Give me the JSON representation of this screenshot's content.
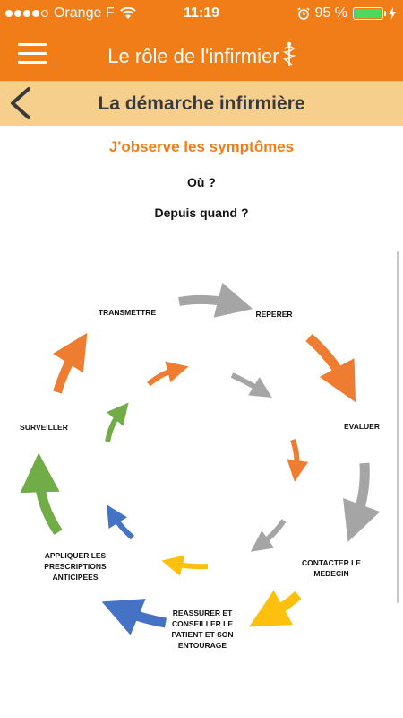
{
  "status": {
    "carrier": "Orange F",
    "time": "11:19",
    "battery": "95 %"
  },
  "app": {
    "title": "Le rôle de l'infirmier"
  },
  "screen": {
    "title": "La démarche infirmière"
  },
  "content": {
    "heading": "J'observe les symptômes",
    "q1": "Où ?",
    "q2": "Depuis quand ?"
  },
  "diagram": {
    "labels": {
      "transmettre": "TRANSMETTRE",
      "reperer": "REPERER",
      "evaluer": "EVALUER",
      "contacter_l1": "CONTACTER LE",
      "contacter_l2": "MEDECIN",
      "reassurer_l1": "REASSURER ET",
      "reassurer_l2": "CONSEILLER LE",
      "reassurer_l3": "PATIENT ET SON",
      "reassurer_l4": "ENTOURAGE",
      "appliquer_l1": "APPLIQUER LES",
      "appliquer_l2": "PRESCRIPTIONS",
      "appliquer_l3": "ANTICIPEES",
      "surveiller": "SURVEILLER"
    },
    "colors": {
      "orange": "#ee7d31",
      "gray": "#a5a5a5",
      "yellow": "#fdc00e",
      "blue": "#4472c4",
      "green": "#70ad47"
    }
  }
}
